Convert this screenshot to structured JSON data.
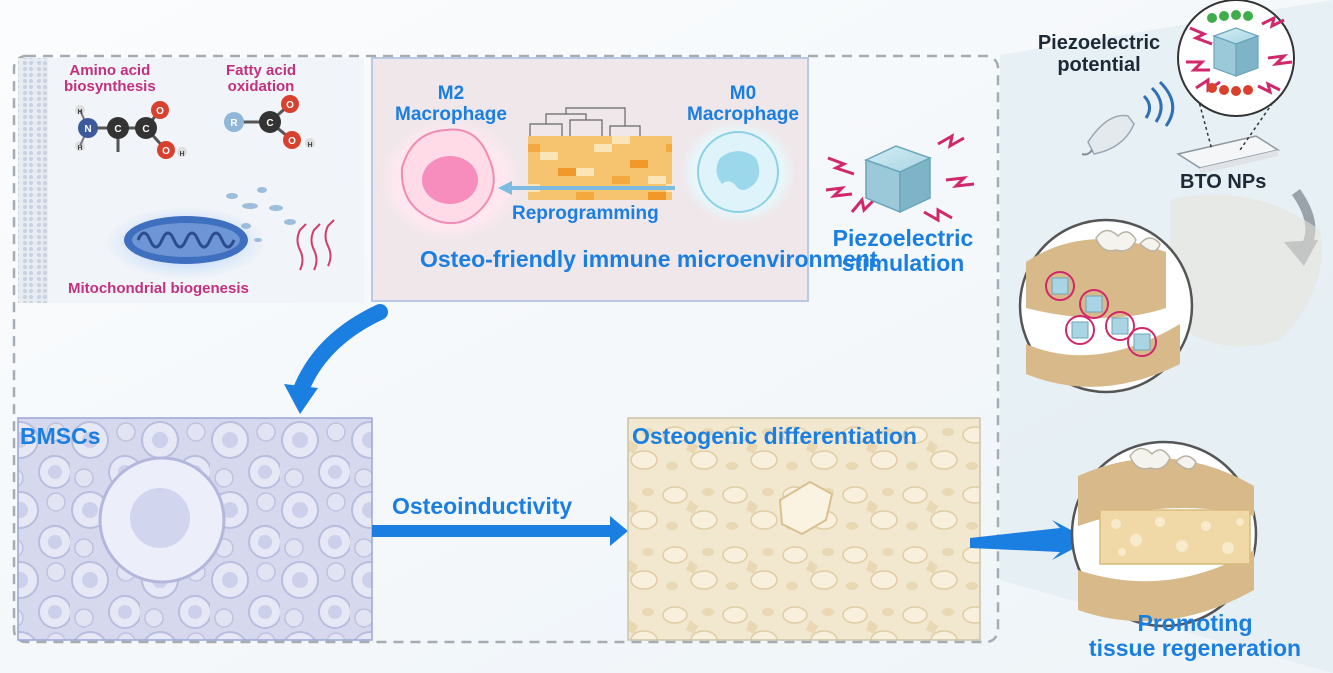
{
  "metabolism": {
    "amino_acid": "Amino acid biosynthesis",
    "fatty_acid": "Fatty acid oxidation",
    "mitochondrial": "Mitochondrial biogenesis"
  },
  "molecule_atoms": {
    "nitrogen": "N",
    "carbon": "C",
    "oxygen": "O",
    "hydrogen": "H",
    "r_group": "R"
  },
  "macrophage": {
    "m2_label": "M2 Macrophage",
    "m0_label": "M0 Macrophage",
    "reprogramming": "Reprogramming",
    "microenvironment": "Osteo-friendly immune microenvironment"
  },
  "piezo": {
    "stimulation": "Piezoelectric stimulation",
    "potential": "Piezoelectric potential",
    "nanoparticles": "BTO NPs"
  },
  "bmscs": {
    "label": "BMSCs",
    "osteoinductivity": "Osteoinductivity",
    "osteogenic": "Osteogenic differentiation"
  },
  "outcome": {
    "label": "Promoting tissue regeneration"
  },
  "colors": {
    "magenta": "#c2307e",
    "blue": "#1a7fe0",
    "dark": "#1d2a36",
    "dashed_border": "#a5acb3"
  }
}
